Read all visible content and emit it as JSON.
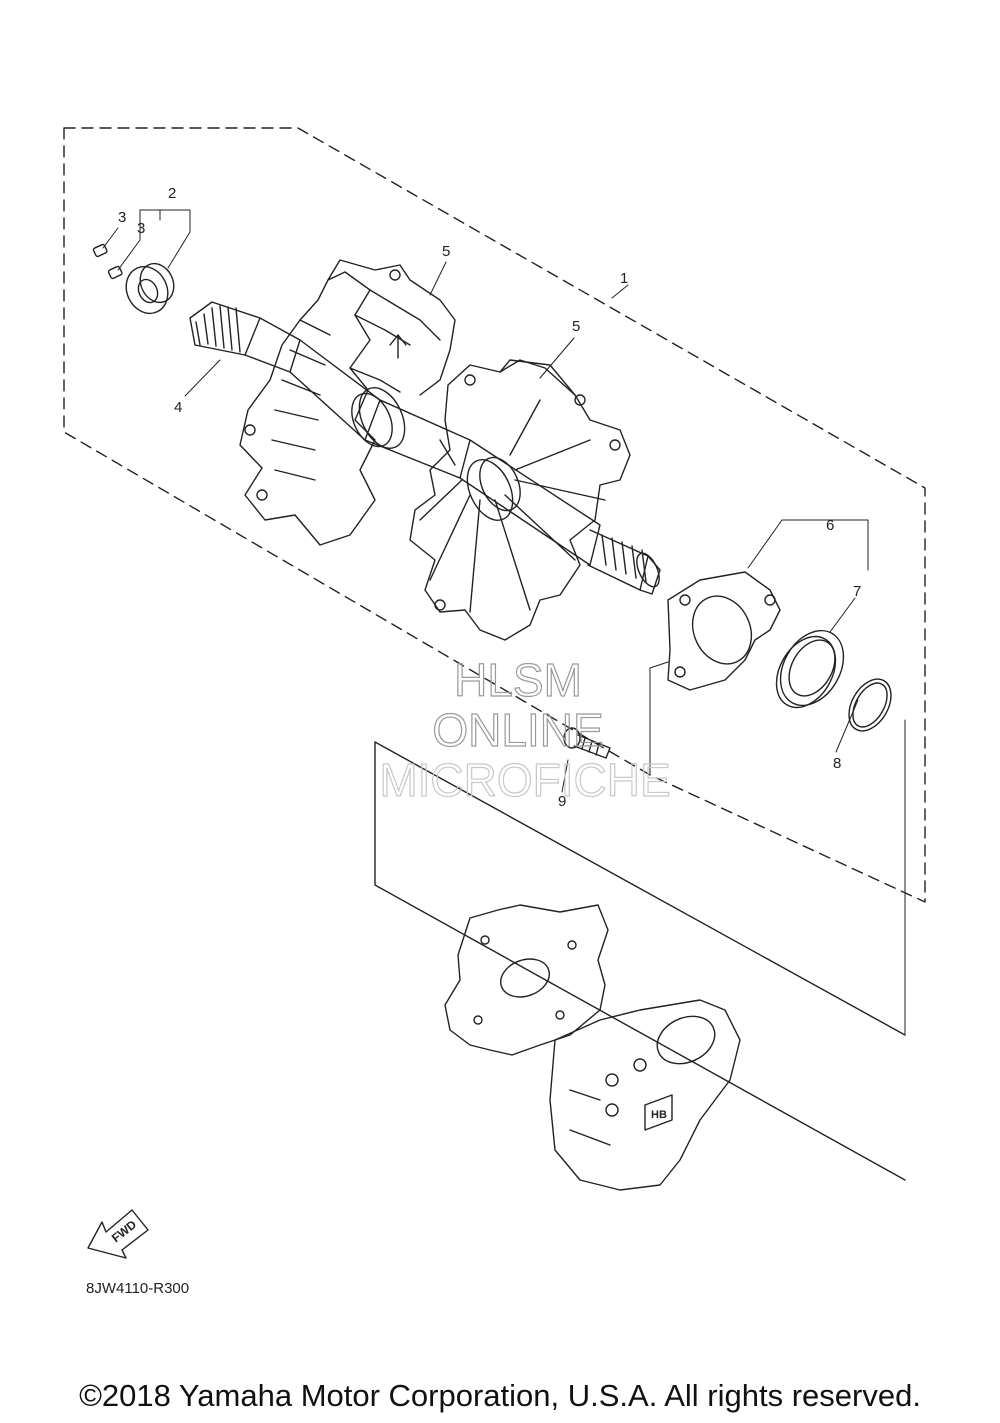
{
  "callouts": [
    "1",
    "2",
    "3",
    "3",
    "4",
    "5",
    "5",
    "6",
    "7",
    "8",
    "9"
  ],
  "watermark": {
    "line1": "HLSM",
    "line2": "ONLINE",
    "line3": "MICROFICHE"
  },
  "fwd_label": "FWD",
  "hb_label": "HB",
  "diagram_code": "8JW4110-R300",
  "copyright": "©2018 Yamaha Motor Corporation, U.S.A. All rights reserved."
}
